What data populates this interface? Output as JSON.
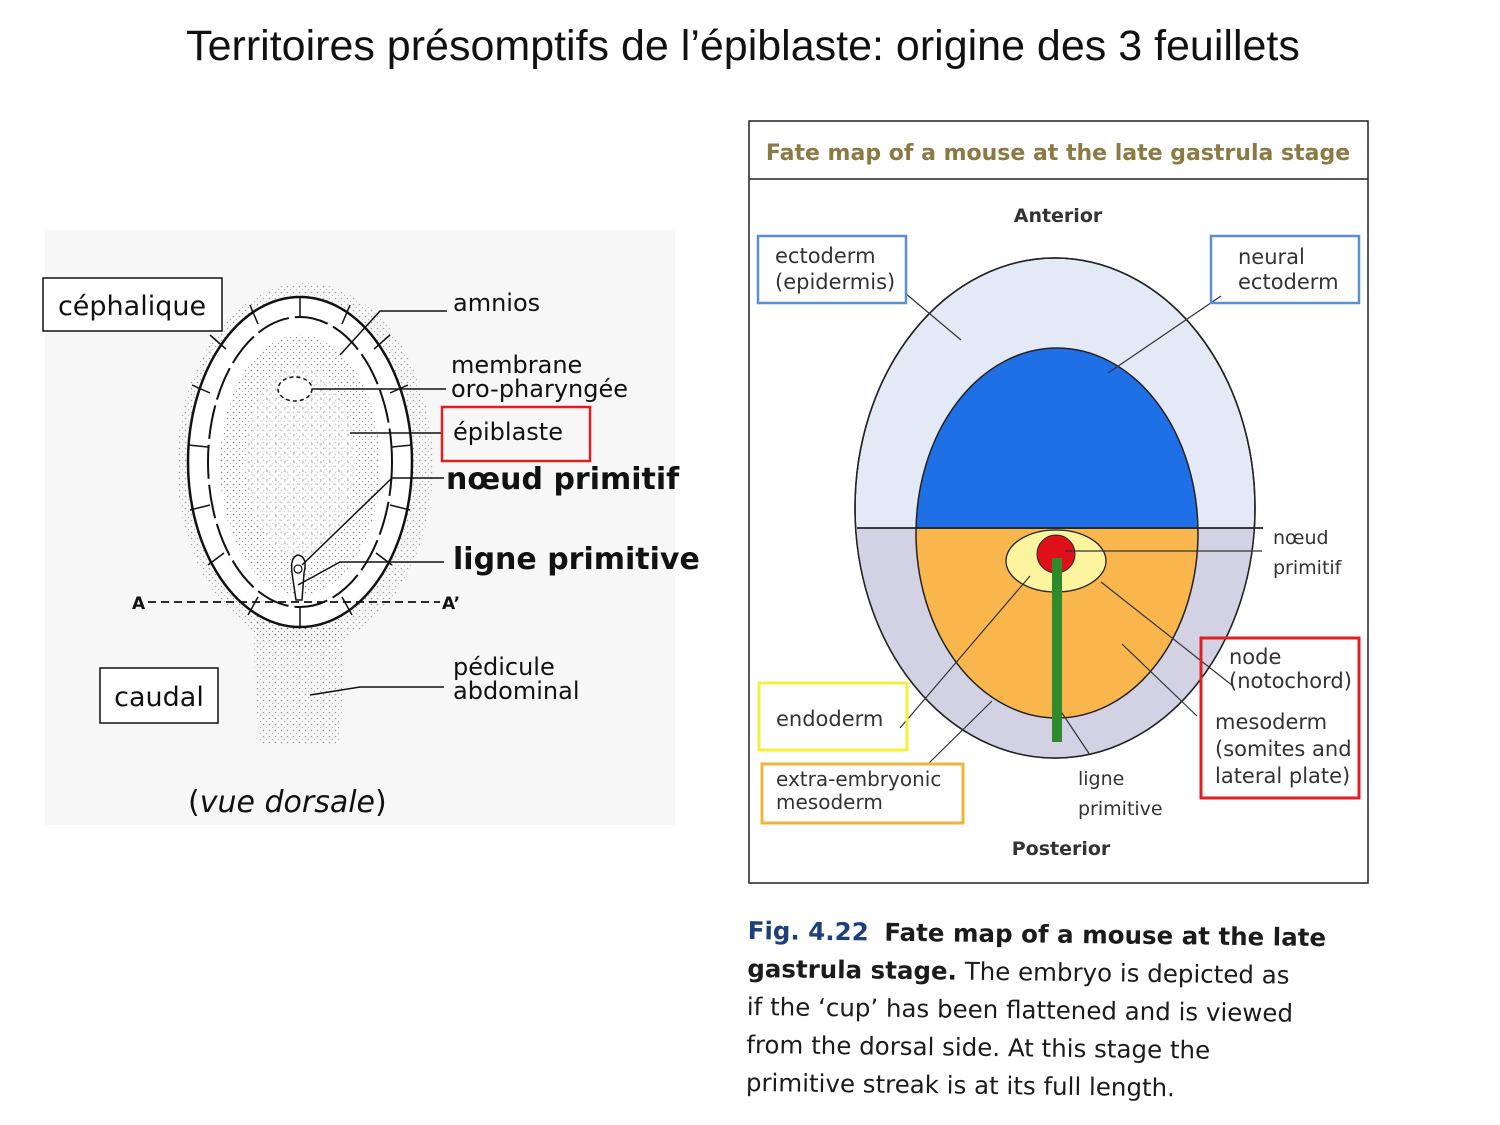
{
  "title": "Territoires présomptifs de l’épiblaste: origine des 3 feuillets",
  "left": {
    "cephalique": "céphalique",
    "caudal": "caudal",
    "amnios": "amnios",
    "membrane_1": "membrane",
    "membrane_2": "oro-pharyngée",
    "epiblaste": "épiblaste",
    "noeud": "nœud primitif",
    "ligne": "ligne primitive",
    "a_left": "A",
    "a_right": "A’",
    "pedicule_1": "pédicule",
    "pedicule_2": "abdominal",
    "view_open": "(",
    "view_text": "vue dorsale",
    "view_close": ")"
  },
  "right": {
    "header": "Fate map of a mouse at the late gastrula stage",
    "anterior": "Anterior",
    "posterior": "Posterior",
    "ectoderm_1": "ectoderm",
    "ectoderm_2": "(epidermis)",
    "neural_1": "neural",
    "neural_2": "ectoderm",
    "noeud_1": "nœud",
    "noeud_2": "primitif",
    "node_1": "node",
    "node_2": "(notochord)",
    "mesoderm_1": "mesoderm",
    "mesoderm_2": "(somites and",
    "mesoderm_3": "lateral plate)",
    "endoderm": "endoderm",
    "extra_1": "extra-embryonic",
    "extra_2": "mesoderm",
    "ligne_1": "ligne",
    "ligne_2": "primitive"
  },
  "caption": {
    "fig_number": "Fig. 4.22",
    "fig_title": "Fate map of a mouse at the late gastrula stage.",
    "line_1_rest": "Fate map of a mouse at the late",
    "line_2_bold": "gastrula stage.",
    "line_2_rest": "The embryo is depicted as",
    "line_3": "if the ‘cup’ has been flattened and is viewed",
    "line_4": "from the dorsal side. At this stage the",
    "line_5": "primitive streak is at its full length."
  },
  "colors": {
    "neural_ectoderm": "#1f6fe6",
    "ectoderm": "#e3eaf6",
    "mesoderm": "#f8b64d",
    "extraembryonic": "#d2d2e4",
    "node": "#e0101a",
    "node_ring": "#fdf4a0",
    "streak": "#2f8a2c",
    "box_blue": "#5b8fd0",
    "box_red": "#e02020",
    "box_yellow": "#f3f040",
    "box_orange": "#f0b43a"
  }
}
